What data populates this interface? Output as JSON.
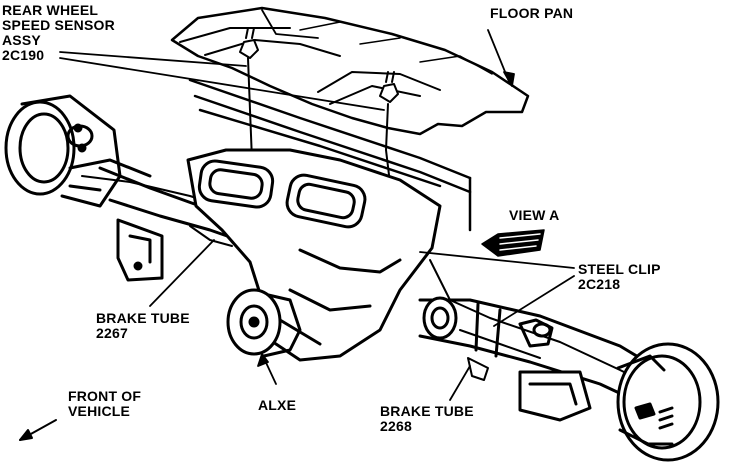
{
  "labels": {
    "rear_sensor": [
      "REAR WHEEL",
      "SPEED SENSOR",
      "ASSY",
      "2C190"
    ],
    "floor_pan": "FLOOR PAN",
    "view_a": "VIEW A",
    "steel_clip": [
      "STEEL CLIP",
      "2C218"
    ],
    "brake_tube_left": [
      "BRAKE TUBE",
      "2267"
    ],
    "front_of_vehicle": [
      "FRONT OF",
      "VEHICLE"
    ],
    "alxe": "ALXE",
    "brake_tube_bottom": [
      "BRAKE TUBE",
      "2268"
    ]
  },
  "colors": {
    "ink": "#000000",
    "paper": "#ffffff"
  }
}
